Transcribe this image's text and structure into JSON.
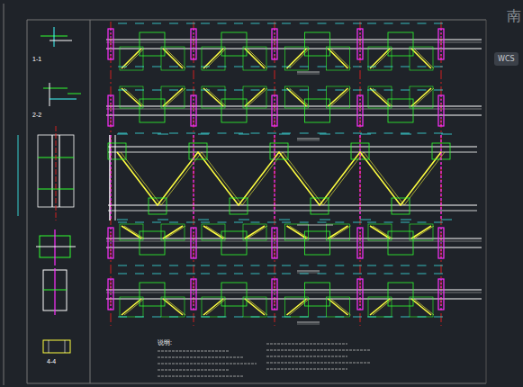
{
  "diagram": {
    "nodes": [
      {
        "text": [
          "WCS"
        ]
      }
    ],
    "labels": [
      "南",
      "1-1",
      "2-2",
      "4-4",
      "说明:"
    ]
  }
}
